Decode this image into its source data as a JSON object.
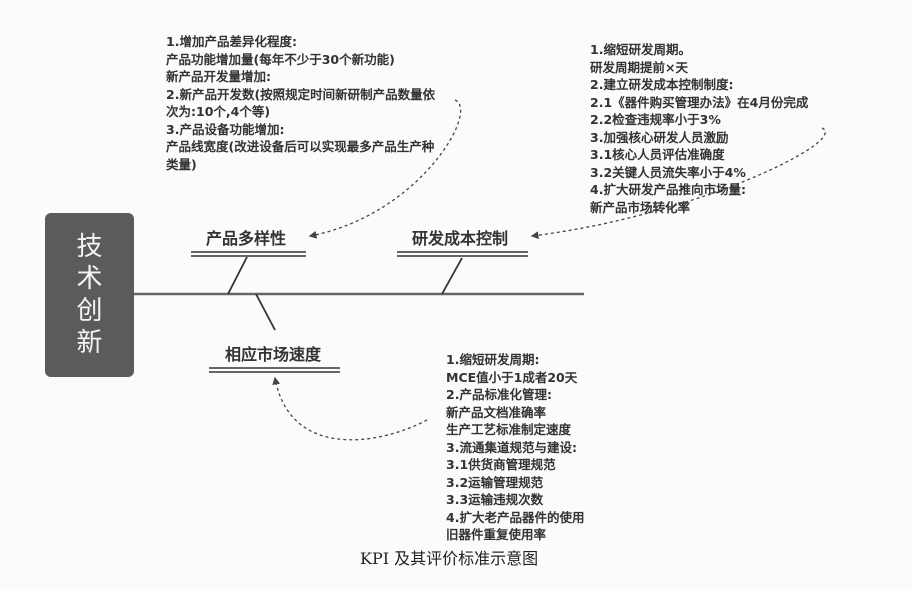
{
  "diagram": {
    "type": "fishbone",
    "head": {
      "label_chars": [
        "技",
        "术",
        "创",
        "新"
      ],
      "color": "#5b5b5b"
    },
    "branches": [
      {
        "id": "product-diversity",
        "label": "产品多样性",
        "position": "top-left",
        "notes": [
          "1.增加产品差异化程度:",
          "产品功能增加量(每年不少于30个新功能)",
          "新产品开发量增加:",
          "2.新产品开发数(按照规定时间新研制产品数量依",
          "次为:10个,4个等)",
          "3.产品设备功能增加:",
          "产品线宽度(改进设备后可以实现最多产品生产种",
          "类量)"
        ]
      },
      {
        "id": "rd-cost-control",
        "label": "研发成本控制",
        "position": "top-right",
        "notes": [
          "1.缩短研发周期。",
          "研发周期提前×天",
          "2.建立研发成本控制制度:",
          "2.1《器件购买管理办法》在4月份完成",
          "2.2检查违规率小于3%",
          "3.加强核心研发人员激励",
          "3.1核心人员评估准确度",
          "3.2关键人员流失率小于4%",
          "4.扩大研发产品推向市场量:",
          "新产品市场转化率"
        ]
      },
      {
        "id": "market-response-speed",
        "label": "相应市场速度",
        "position": "bottom",
        "notes": [
          "1.缩短研发周期:",
          "MCE值小于1成者20天",
          "2.产品标准化管理:",
          "新产品文档准确率",
          "生产工艺标准制定速度",
          "3.流通集道规范与建设:",
          "3.1供货商管理规范",
          "3.2运输管理规范",
          "3.3运输违规次数",
          "4.扩大老产品器件的使用",
          "旧器件重复使用率"
        ]
      }
    ],
    "caption": "KPI 及其评价标准示意图",
    "line_color": "#555555"
  }
}
